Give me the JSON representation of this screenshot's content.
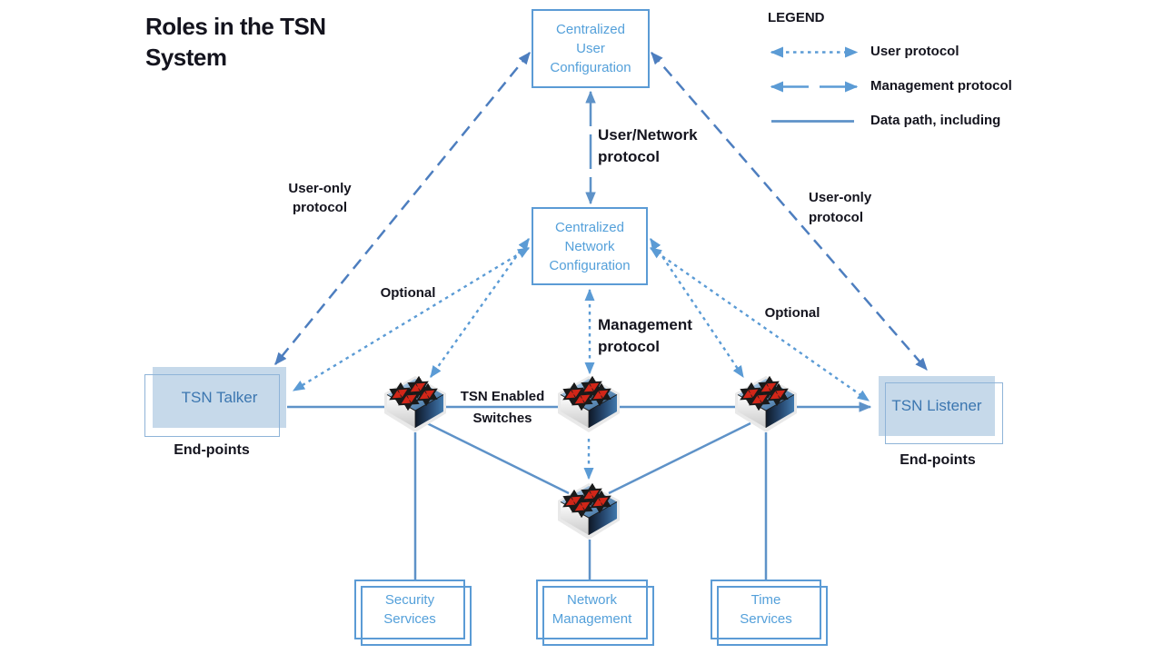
{
  "title": "Roles in the TSN\nSystem",
  "legend": {
    "heading": "LEGEND",
    "items": [
      {
        "icon": "dotted-double-arrow",
        "label": "User protocol"
      },
      {
        "icon": "dashed-double-arrow",
        "label": "Management protocol"
      },
      {
        "icon": "solid-line",
        "label": "Data path, including"
      }
    ]
  },
  "nodes": {
    "cuc": {
      "label": "Centralized\nUser\nConfiguration"
    },
    "cnc": {
      "label": "Centralized\nNetwork\nConfiguration"
    },
    "talker": {
      "label": "TSN Talker"
    },
    "listener": {
      "label": "TSN Listener"
    },
    "security": {
      "label": "Security\nServices"
    },
    "network_management": {
      "label": "Network\nManagement"
    },
    "time_services": {
      "label": "Time\nServices"
    }
  },
  "annotations": {
    "user_network_protocol": "User/Network\nprotocol",
    "management_protocol": "Management\nprotocol",
    "user_only_protocol_left": "User-only\nprotocol",
    "user_only_protocol_right": "User-only\nprotocol",
    "optional_left": "Optional",
    "optional_right": "Optional",
    "tsn_enabled_switches": "TSN Enabled\nSwitches",
    "endpoints_left": "End-points",
    "endpoints_right": "End-points"
  },
  "colors": {
    "box_border": "#5b9bd5",
    "box_text": "#54a0da",
    "endpoint_fill": "#c6d9ea",
    "endpoint_text": "#3b76b0",
    "dashed_line": "#4d7ebf",
    "dotted_line": "#5b9bd5",
    "solid_line": "#5e92c8",
    "label_text": "#14141e",
    "switch_arrow_red": "#d22618"
  }
}
